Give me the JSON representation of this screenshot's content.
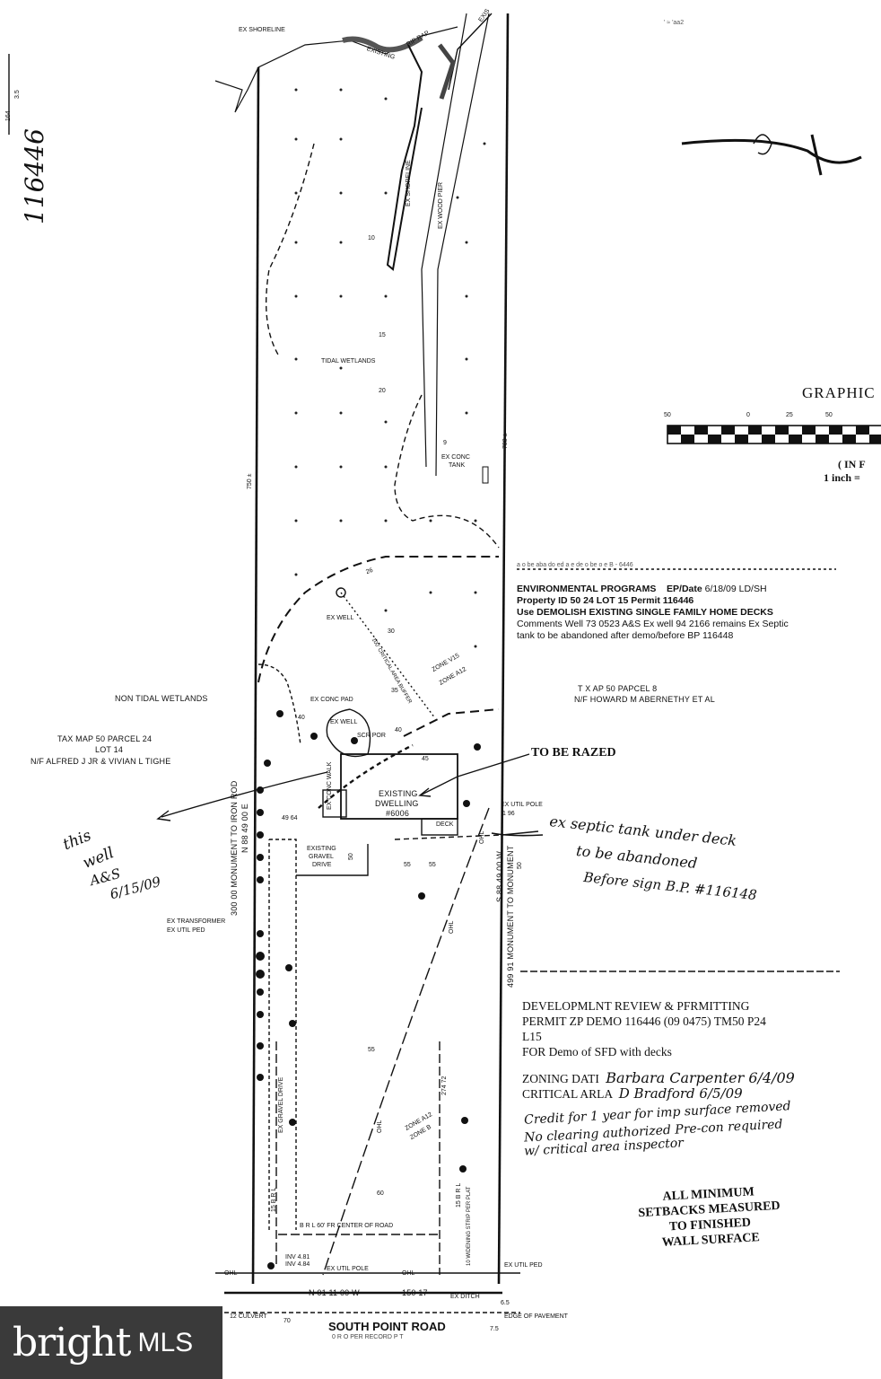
{
  "top": {
    "ex_shoreline": "EX SHORELINE",
    "existing_rip_rap": "EXISTING",
    "rip_rap": "RIP RAP",
    "exis": "EXIS",
    "ex_shoreline_vert": "EX SHORELINE",
    "ex_wood_pier": "EX WOOD PIER",
    "contour_10": "10",
    "contour_15": "15",
    "contour_20": "20",
    "contour_9": "9",
    "tidal_wetlands": "TIDAL WETLANDS",
    "ex_conc_tank": "EX CONC",
    "tank": "TANK",
    "dim_750": "750 ±",
    "dim_788": "788 ±",
    "corner_note": "' ≈ 'aa2",
    "scale_tick": "164",
    "scale_tick2": "3.5"
  },
  "handwritten": {
    "file_number": "116446",
    "well_note_1": "this",
    "well_note_2": "well",
    "well_note_3": "A&S",
    "well_note_4": "6/15/09",
    "septic_1": "ex septic tank under deck",
    "septic_2": "to be abandoned",
    "septic_3": "Before sign B.P. #116148",
    "zoning_sig": "Barbara Carpenter 6/4/09",
    "critical_sig": "D Bradford 6/5/09",
    "credit_1": "Credit for 1 year for imp surface removed",
    "credit_2": "No clearing authorized  Pre-con required",
    "credit_3": "w/ critical area inspector"
  },
  "graphic_scale": {
    "title": "GRAPHIC",
    "ticks": [
      "50",
      "0",
      "25",
      "50"
    ],
    "units": "( IN F",
    "ratio": "1 inch ="
  },
  "mid": {
    "contour_26": "26",
    "ex_well": "EX WELL",
    "contour_30": "30",
    "critical_area_buffer": "100' CRITICAL AREA BUFFER",
    "contour_35": "35",
    "zone_v15": "ZONE V15",
    "zone_a12": "ZONE A12",
    "non_tidal_wetlands": "NON TIDAL WETLANDS",
    "ex_conc_pad": "EX CONC PAD",
    "contour_40_l": "40",
    "ex_well2": "EX WELL",
    "sor_por": "SCR POR",
    "contour_40": "40",
    "contour_45": "45",
    "tax_map_right_1": "T X AP 50  PAPCEL 8",
    "tax_map_right_2": "N/F HOWARD M ABERNETHY  ET AL",
    "tax_map_left_1": "TAX MAP 50  PARCEL 24",
    "tax_map_left_2": "LOT 14",
    "tax_map_left_3": "N/F ALFRED J  JR & VIVIAN L  TIGHE",
    "to_be_razed": "TO  BE  RAZED",
    "ex_conc_walk": "EX CONC WALK",
    "existing_dwelling_1": "EXISTING",
    "existing_dwelling_2": "DWELLING",
    "existing_dwelling_3": "#6006",
    "deck": "DECK",
    "ex_util_pole": "EX UTIL POLE",
    "contour_196": "1 96",
    "dim_4964": "49 64",
    "monument_left": "300 00 MONUMENT TO IRON ROD",
    "bearing_left": "N 88 49 00 E",
    "existing_gravel_1": "EXISTING",
    "existing_gravel_2": "GRAVEL",
    "existing_gravel_3": "DRIVE",
    "contour_50": "50",
    "contour_55_a": "55",
    "contour_55_b": "55",
    "ex_transformer": "EX TRANSFORMER",
    "ex_util_ped": "EX UTIL PED",
    "bearing_right": "S 88 49 00 W",
    "monument_right": "499 91 MONUMENT TO MONUMENT",
    "contour_50_r": "50",
    "ohl_1": "OHL",
    "ohl_2": "OHL",
    "dim_27472": "274 72"
  },
  "env": {
    "rule_text": "a   o be aba do ed a e de  o be o e B  -  6446",
    "title": "ENVIRONMENTAL PROGRAMS",
    "ep_date_label": "EP/Date",
    "ep_date_value": "6/18/09 LD/SH",
    "property_line": "Property ID  50 24 LOT 15   Permit   116446",
    "use_line": "Use  DEMOLISH EXISTING SINGLE FAMILY HOME DECKS",
    "comments_1": "Comments Well 73 0523 A&S Ex well 94 2166 remains Ex Septic",
    "comments_2": "tank to be abandoned after demo/before BP 116448"
  },
  "dev": {
    "line1": "DEVELOPMLNT REVIEW & PFRMITTING",
    "line2": "PERMIT  ZP DEMO 116446 (09 0475) TM50  P24",
    "line3": "L15",
    "line4": "FOR Demo of SFD with decks",
    "zoning": "ZONING DATI",
    "critical": "CRITICAL ARLA"
  },
  "setback": {
    "l1": "ALL MINIMUM",
    "l2": "SETBACKS MEASURED",
    "l3": "TO FINISHED",
    "l4": "WALL SURFACE"
  },
  "bottom": {
    "contour_55": "55",
    "gravel_drive": "EX GRAVEL DRIVE",
    "zone_a12": "ZONE A12",
    "zone_b": "ZONE B",
    "ohl_3": "OHL",
    "contour_60": "60",
    "brl_left": "15 B R L",
    "brl_right": "15 B R L",
    "brl_60": "B R L 60' FR CENTER OF ROAD",
    "widening": "10 WIDENING STRIP PER PLAT",
    "inv1": "INV  4.81",
    "inv2": "INV  4.84",
    "ex_util_pole": "EX UTIL POLE",
    "ex_util_ped": "EX UTIL PED",
    "ohl_l": "OHL",
    "ohl_r": "OHL",
    "bearing": "N 01 11 00  W",
    "dist": "150 17",
    "ex_ditch": "EX DITCH",
    "culvert": "12  CULVERT",
    "edge": "EDGE OF PAVEMENT",
    "road": "SOUTH POINT ROAD",
    "road_sub": "0 R O     PER RECORD P  T",
    "contour_70": "70",
    "contour_75": "7.5",
    "contour_65": "6.5"
  },
  "logo": {
    "brand": "bright",
    "mls": "MLS"
  }
}
